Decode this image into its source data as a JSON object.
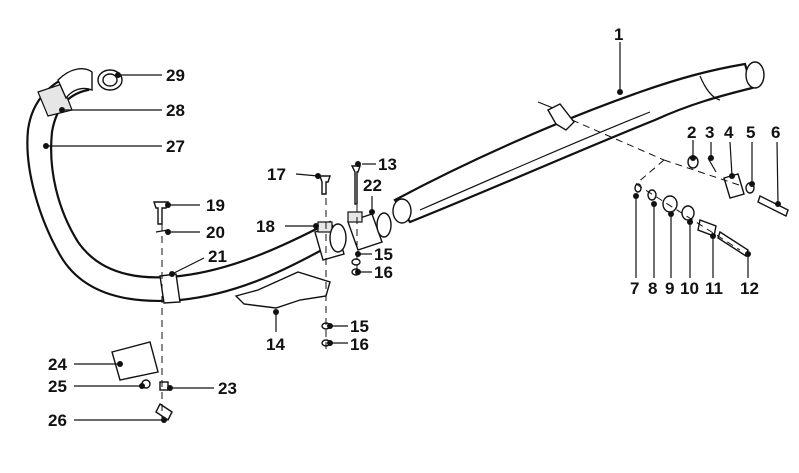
{
  "diagram": {
    "labels": {
      "l1": "1",
      "l2": "2",
      "l3": "3",
      "l4": "4",
      "l5": "5",
      "l6": "6",
      "l7": "7",
      "l8": "8",
      "l9": "9",
      "l10": "10",
      "l11": "11",
      "l12": "12",
      "l13": "13",
      "l14": "14",
      "l15a": "15",
      "l15b": "15",
      "l16a": "16",
      "l16b": "16",
      "l17": "17",
      "l18": "18",
      "l19": "19",
      "l20": "20",
      "l21": "21",
      "l22": "22",
      "l23": "23",
      "l24": "24",
      "l25": "25",
      "l26": "26",
      "l27": "27",
      "l28": "28",
      "l29": "29"
    }
  }
}
